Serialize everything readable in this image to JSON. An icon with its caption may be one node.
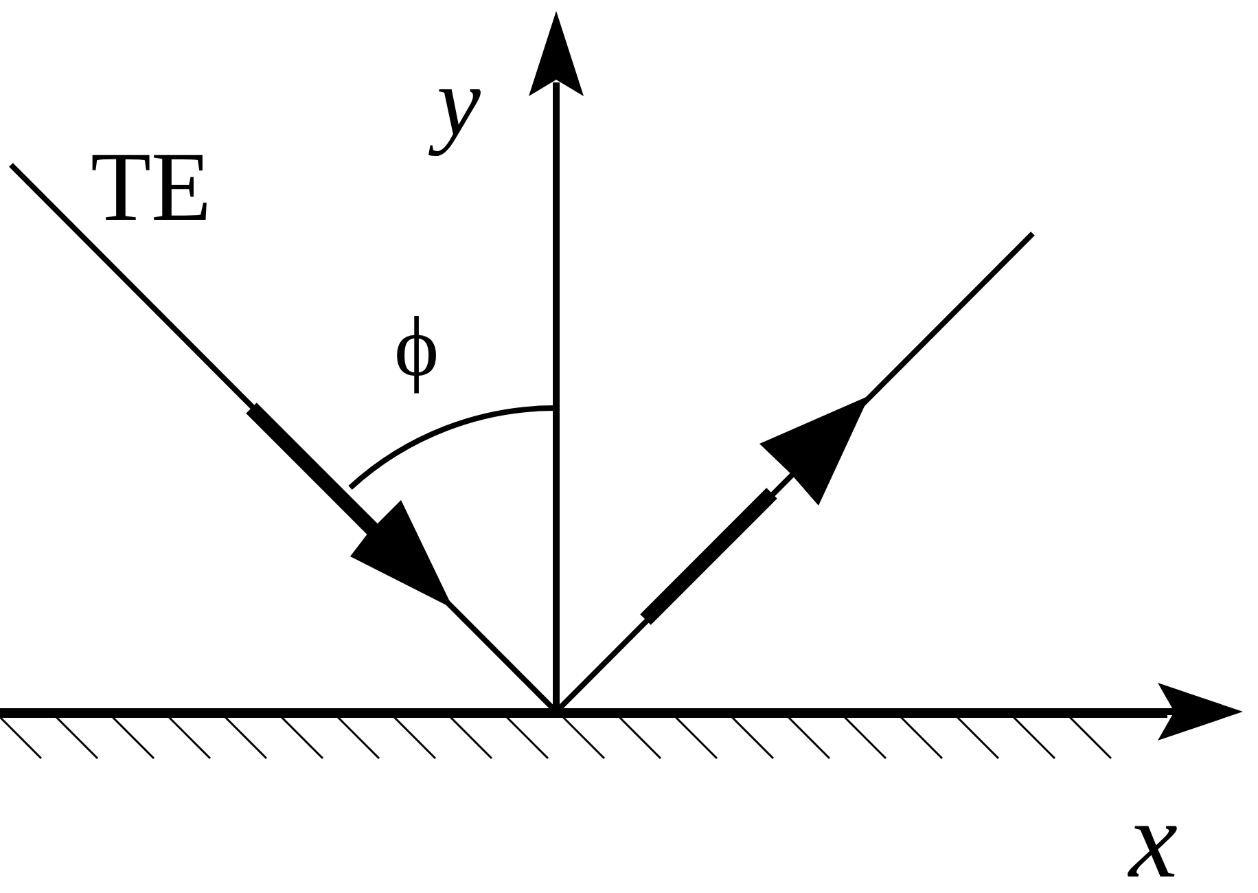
{
  "diagram": {
    "labels": [
      "y",
      "TE",
      "ϕ",
      "x"
    ]
  }
}
